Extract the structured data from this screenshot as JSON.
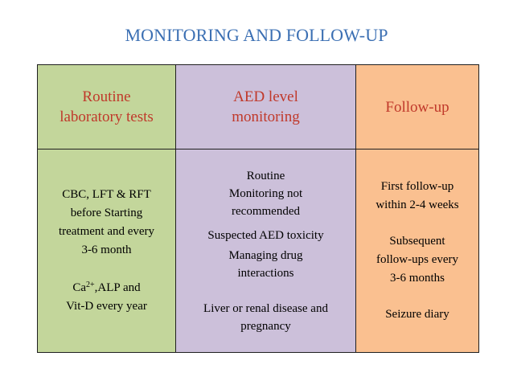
{
  "title": "MONITORING AND FOLLOW-UP",
  "headers": {
    "col1": [
      "Routine",
      "laboratory tests"
    ],
    "col2": [
      "AED level",
      "monitoring"
    ],
    "col3": [
      "Follow-up"
    ]
  },
  "column1": {
    "block1": [
      "CBC, LFT & RFT",
      "before Starting",
      "treatment and every",
      "3-6 month"
    ],
    "block2_ca": "Ca",
    "block2_sup": "2+",
    "block2_rest": ",ALP and",
    "block2_line2": "Vit-D every year"
  },
  "column2": {
    "block1": [
      "Routine",
      "Monitoring not",
      "recommended"
    ],
    "block2": [
      "Suspected AED toxicity"
    ],
    "block3": [
      "Managing drug",
      "interactions"
    ],
    "block4": [
      "Liver or renal disease and",
      "pregnancy"
    ]
  },
  "column3": {
    "block1": [
      "First follow-up",
      "within 2-4 weeks"
    ],
    "block2": [
      "Subsequent",
      "follow-ups every",
      "3-6 months"
    ],
    "block3": [
      "Seizure diary"
    ]
  },
  "colors": {
    "title": "#3b6fb3",
    "header_text": "#c0392b",
    "green": "#c3d69b",
    "purple": "#ccc0da",
    "orange": "#fac090"
  }
}
